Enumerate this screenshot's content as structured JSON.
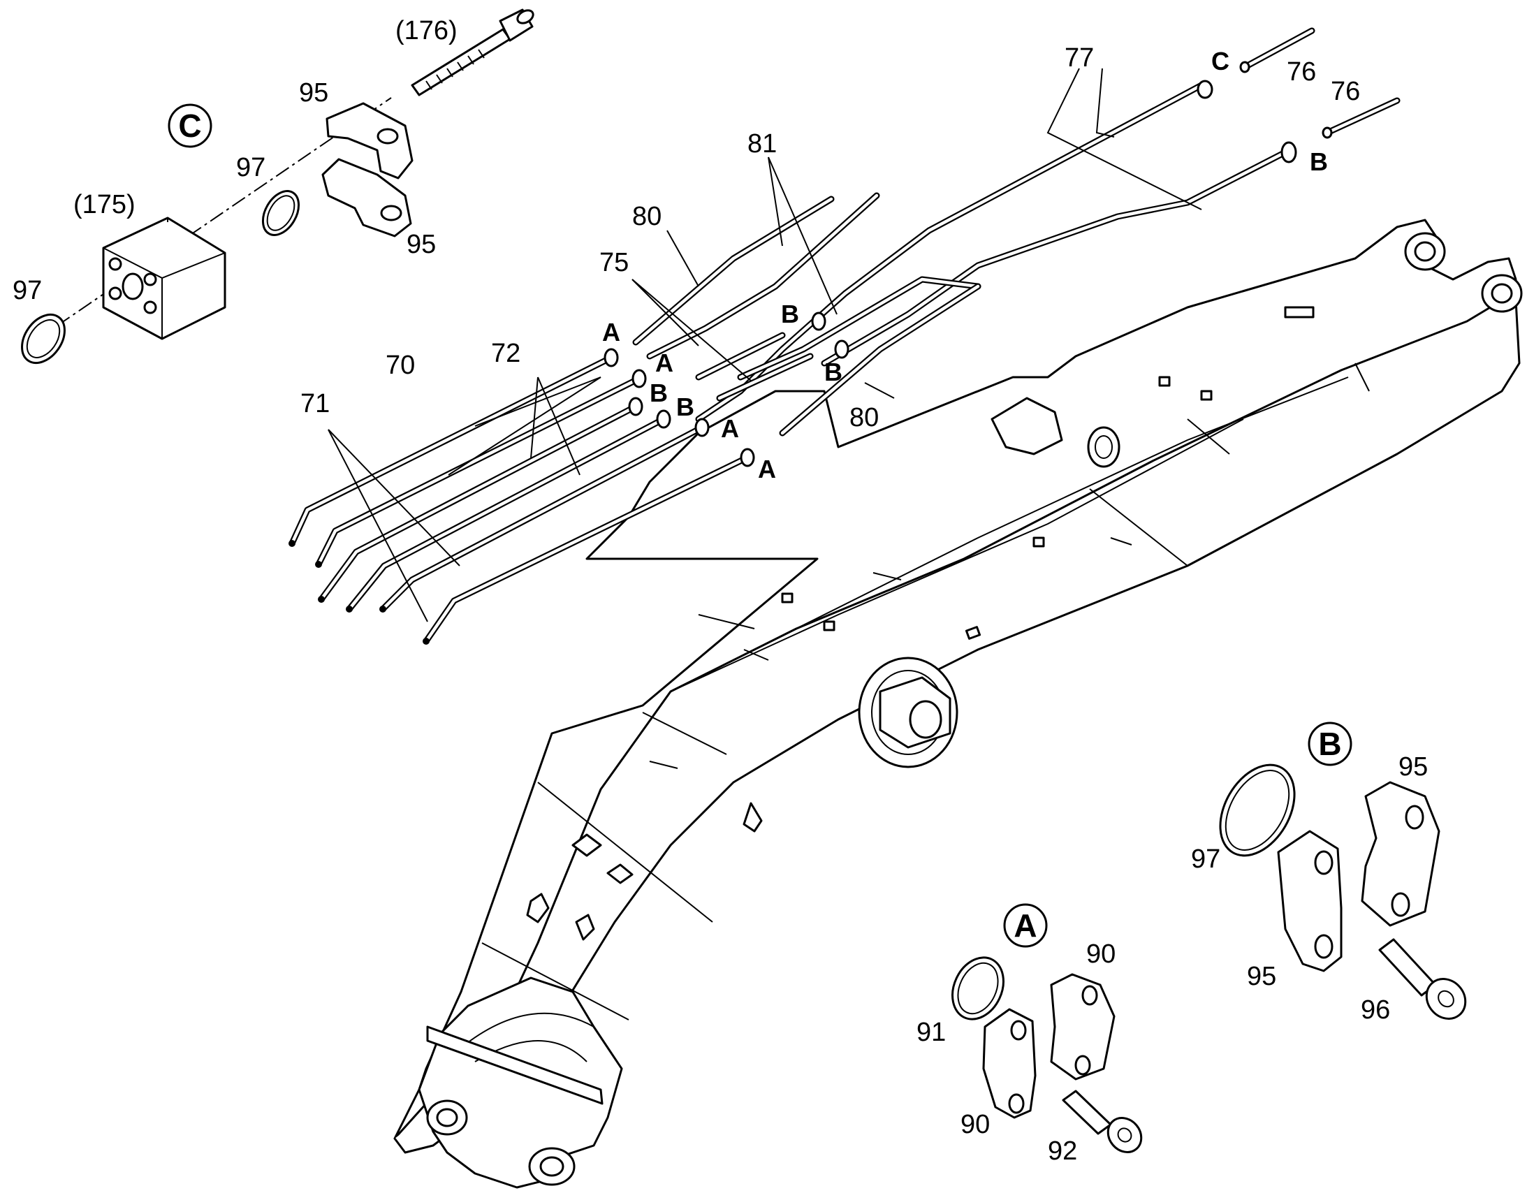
{
  "detail_views": {
    "c": {
      "circle_label": "C"
    },
    "b": {
      "circle_label": "B"
    },
    "a": {
      "circle_label": "A"
    }
  },
  "part_numbers": {
    "p176": "(176)",
    "p175": "(175)",
    "p95_c_top": "95",
    "p95_c_bottom": "95",
    "p97_c_ring": "97",
    "p97_c_left": "97",
    "p77": "77",
    "p76_a": "76",
    "p76_b": "76",
    "p81": "81",
    "p80_top": "80",
    "p80_right": "80",
    "p75": "75",
    "p70": "70",
    "p72": "72",
    "p71": "71",
    "p95_b_top": "95",
    "p95_b_bottom": "95",
    "p97_b": "97",
    "p96": "96",
    "p90_a_top": "90",
    "p90_a_bottom": "90",
    "p91": "91",
    "p92": "92"
  },
  "connection_letters": {
    "c_top": "C",
    "b_top_right": "B",
    "b_mid": "B",
    "b_right": "B",
    "a_1": "A",
    "a_2": "A",
    "b_1": "B",
    "b_2": "B",
    "a_3": "A",
    "a_4": "A"
  }
}
